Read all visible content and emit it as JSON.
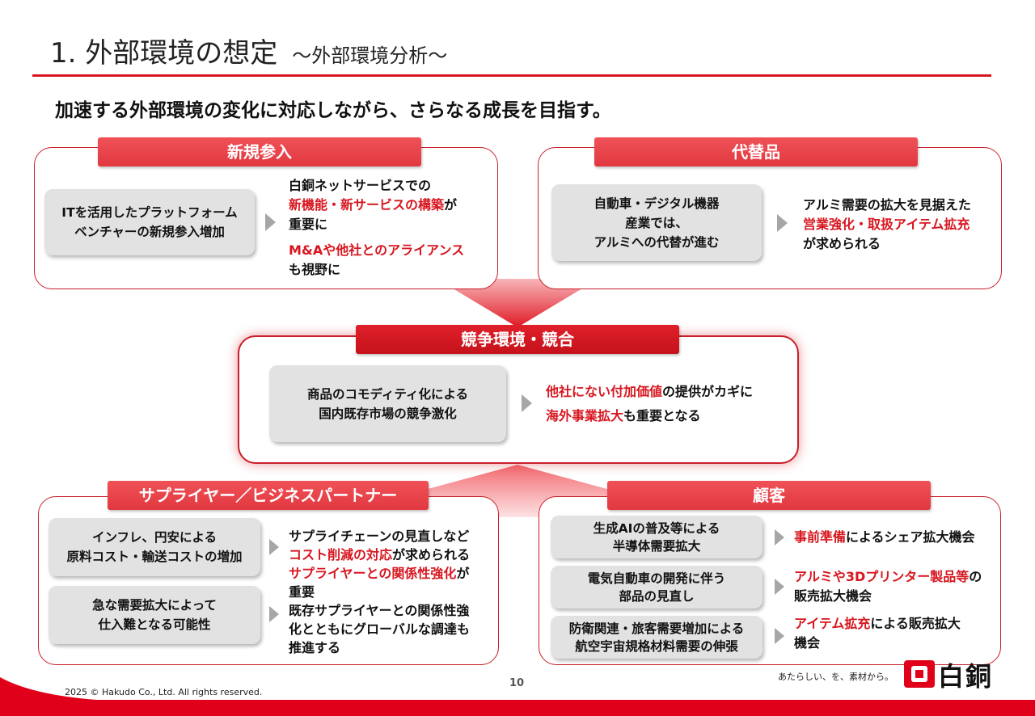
{
  "header": {
    "title": "1.  外部環境の想定",
    "subtitle": "～外部環境分析～",
    "lead": "加速する外部環境の変化に対応しながら、さらなる成長を目指す。"
  },
  "new_entry": {
    "label": "新規参入",
    "cause": [
      "ITを活用したプラットフォーム",
      "ベンチャーの新規参入増加"
    ],
    "r1": "白銅ネットサービスでの",
    "r2_red": "新機能・新サービスの構築",
    "r2_tail": "が",
    "r3": "重要に",
    "r4_red": "M&Aや他社とのアライアンス",
    "r5": "も視野に"
  },
  "substitute": {
    "label": "代替品",
    "cause": [
      "自動車・デジタル機器",
      "産業では、",
      "アルミへの代替が進む"
    ],
    "r1": "アルミ需要の拡大を見据えた",
    "r2_red": "営業強化・取扱アイテム拡充",
    "r3": "が求められる"
  },
  "competition": {
    "label": "競争環境・競合",
    "cause": [
      "商品のコモディティ化による",
      "国内既存市場の競争激化"
    ],
    "r1_red": "他社にない付加価値",
    "r1_tail": "の提供がカギに",
    "r2_red": "海外事業拡大",
    "r2_tail": "も重要となる"
  },
  "supplier": {
    "label": "サプライヤー／ビジネスパートナー",
    "cause1": [
      "インフレ、円安による",
      "原料コスト・輸送コストの増加"
    ],
    "cause2": [
      "急な需要拡大によって",
      "仕入難となる可能性"
    ],
    "r1": "サプライチェーンの見直しなど",
    "r2_red": "コスト削減の対応",
    "r2_tail": "が求められる",
    "r3_red": "サプライヤーとの関係性強化",
    "r3_tail": "が",
    "r4": "重要",
    "r5": "既存サプライヤーとの関係性強",
    "r6": "化とともにグローバルな調達も",
    "r7": "推進する"
  },
  "customer": {
    "label": "顧客",
    "rows": [
      {
        "cause": [
          "生成AIの普及等による",
          "半導体需要拡大"
        ],
        "red": "事前準備",
        "tail": "によるシェア拡大機会",
        "line2": ""
      },
      {
        "cause": [
          "電気自動車の開発に伴う",
          "部品の見直し"
        ],
        "red": "アルミや3Dプリンター製品等",
        "tail": "の",
        "line2": "販売拡大機会"
      },
      {
        "cause": [
          "防衛関連・旅客需要増加による",
          "航空宇宙規格材料需要の伸張"
        ],
        "red": "アイテム拡充",
        "tail": "による販売拡大",
        "line2": "機会"
      }
    ]
  },
  "footer": {
    "page_number": "10",
    "copyright": "2025 © Hakudo Co., Ltd. All rights reserved.",
    "tagline": "あたらしい、を、素材から。",
    "logo_text": "白銅"
  },
  "colors": {
    "accent": "#d7161f",
    "header_bar": "#e23840",
    "box_gray": "#e2e2e2"
  }
}
